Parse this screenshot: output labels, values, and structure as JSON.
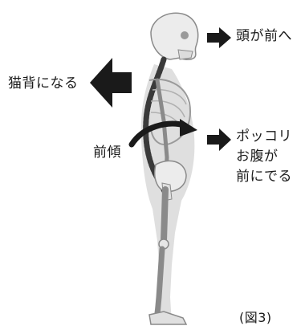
{
  "labels": {
    "head_forward": "頭が前へ",
    "hunchback": "猫背になる",
    "lean_forward": "前傾",
    "belly_line1": "ポッコリ",
    "belly_line2": "お腹が",
    "belly_line3": "前にでる",
    "caption": "(図3)"
  },
  "icons": {
    "head_arrow": "arrow-right-icon",
    "back_arrow": "arrow-left-icon",
    "tilt_arrow": "curved-arrow-icon",
    "belly_arrow": "arrow-right-icon"
  },
  "colors": {
    "arrow": "#1a1a1a",
    "bone": "#e6e6e6",
    "bone_outline": "#9a9a9a",
    "body_shadow": "#d4d4d4"
  }
}
